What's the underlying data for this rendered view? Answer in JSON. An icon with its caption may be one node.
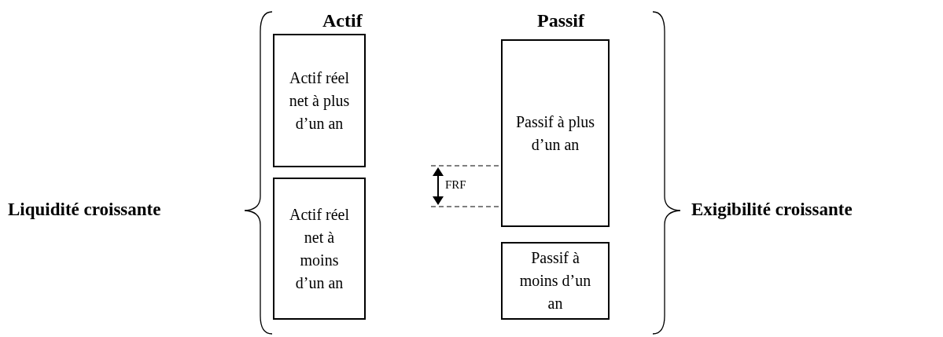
{
  "diagram": {
    "nodes": [
      {
        "text": [
          "Actif réel net à plus d’un an"
        ]
      },
      {
        "text": [
          "Actif réel net à moins d’un an"
        ]
      },
      {
        "text": [
          "Passif à plus d’un an"
        ]
      },
      {
        "text": [
          "Passif à moins d’un an"
        ]
      }
    ],
    "labels": [
      "Actif",
      "Passif",
      "Liquidité croissante",
      "FRF",
      "Exigibilité croissante"
    ]
  }
}
